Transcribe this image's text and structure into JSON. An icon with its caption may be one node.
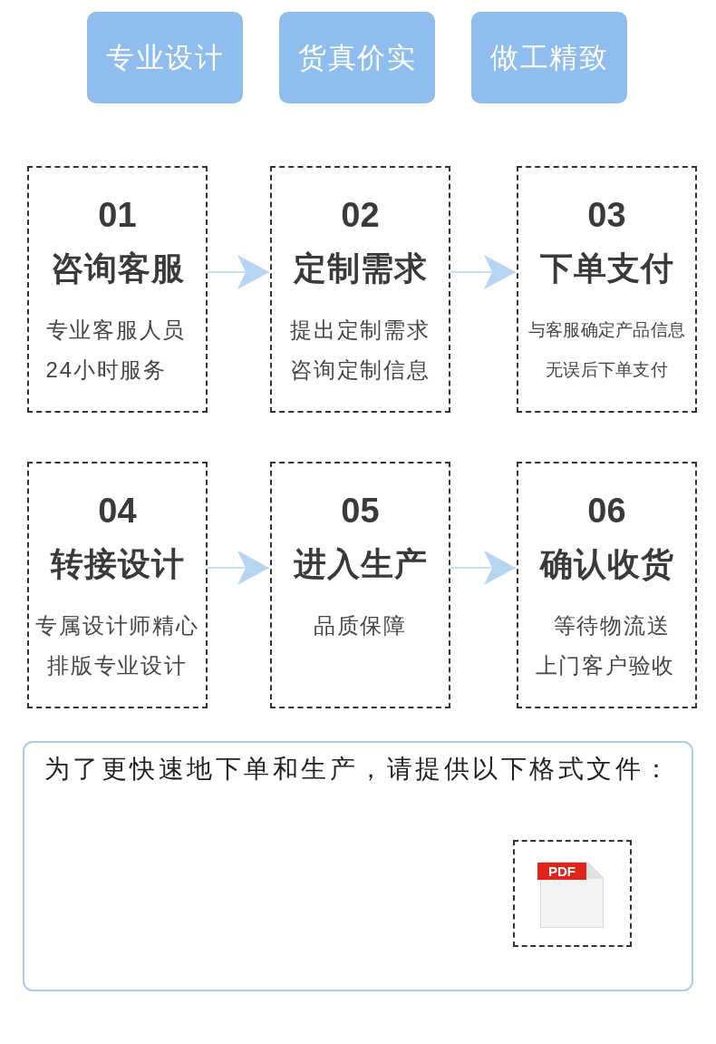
{
  "diagram": {
    "nodes": [
      {
        "text": [
          "专业设计"
        ]
      },
      {
        "text": [
          "货真价实"
        ]
      },
      {
        "text": [
          "做工精致"
        ]
      },
      {
        "text": [
          "01",
          "咨询客服",
          "专业客服人员24小时服务"
        ]
      },
      {
        "text": [
          "02",
          "定制需求",
          "提出定制需求咨询定制信息"
        ]
      },
      {
        "text": [
          "03",
          "下单支付",
          "与客服确定产品信息无误后下单支付"
        ]
      },
      {
        "text": [
          "04",
          "转接设计",
          "专属设计师精心排版专业设计"
        ]
      },
      {
        "text": [
          "05",
          "进入生产",
          "品质保障"
        ]
      },
      {
        "text": [
          "06",
          "确认收货",
          "等待物流送上门客户验收"
        ]
      },
      {
        "text": [
          "为了更快速地下单和生产，请提供以下格式文件："
        ]
      },
      {
        "text": [
          "PDF"
        ],
        "in": 9
      }
    ],
    "edges": [
      {
        "from": 3,
        "to": 4,
        "arrow": "to"
      },
      {
        "from": 4,
        "to": 5,
        "arrow": "to"
      },
      {
        "from": 6,
        "to": 7,
        "arrow": "to"
      },
      {
        "from": 7,
        "to": 8,
        "arrow": "to"
      }
    ]
  }
}
